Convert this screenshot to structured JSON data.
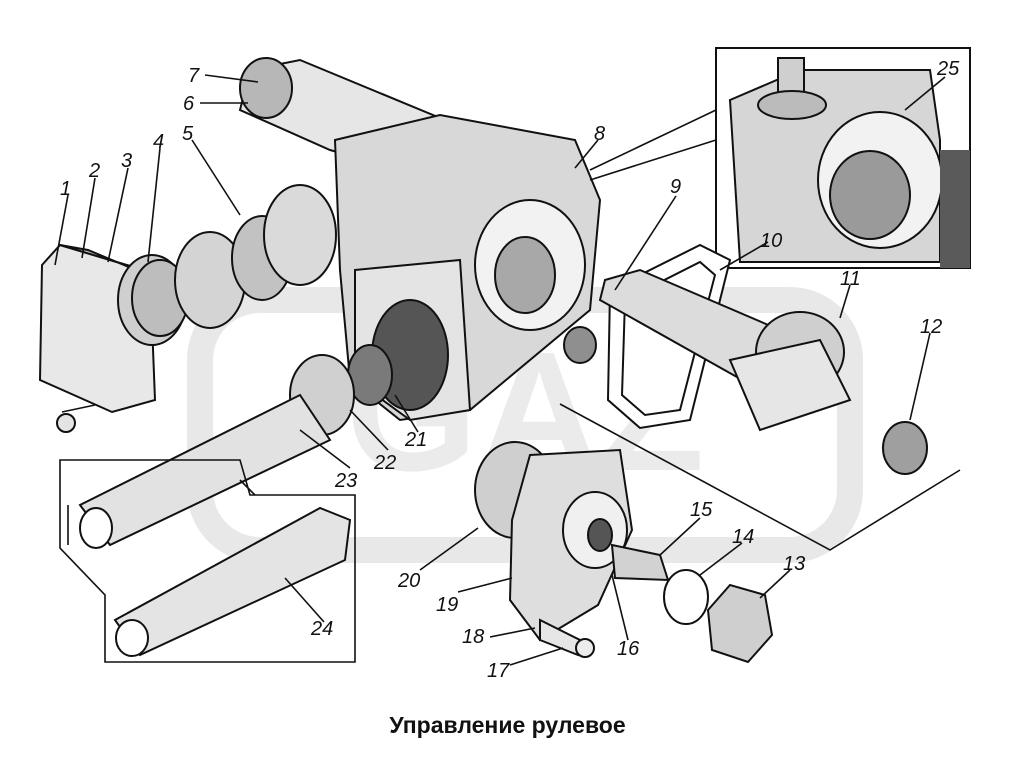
{
  "caption": "Управление рулевое",
  "watermark": "GAZ",
  "colors": {
    "background": "#ffffff",
    "metal": "#dcdcdc",
    "metal_dark": "#9a9a9a",
    "ink": "#111111",
    "watermark": "#e6e6e6"
  },
  "callouts": [
    {
      "n": "1"
    },
    {
      "n": "2"
    },
    {
      "n": "3"
    },
    {
      "n": "4"
    },
    {
      "n": "5"
    },
    {
      "n": "6"
    },
    {
      "n": "7"
    },
    {
      "n": "8"
    },
    {
      "n": "9"
    },
    {
      "n": "10"
    },
    {
      "n": "11"
    },
    {
      "n": "12"
    },
    {
      "n": "13"
    },
    {
      "n": "14"
    },
    {
      "n": "15"
    },
    {
      "n": "16"
    },
    {
      "n": "17"
    },
    {
      "n": "18"
    },
    {
      "n": "19"
    },
    {
      "n": "20"
    },
    {
      "n": "21"
    },
    {
      "n": "22"
    },
    {
      "n": "23"
    },
    {
      "n": "24"
    },
    {
      "n": "25"
    }
  ]
}
